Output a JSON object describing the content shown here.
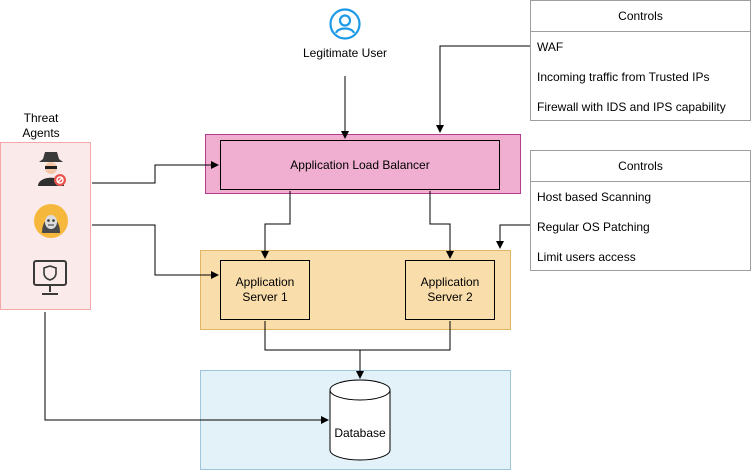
{
  "user": {
    "label": "Legitimate User",
    "icon": "user-icon"
  },
  "threat_agents": {
    "label_line1": "Threat",
    "label_line2": "Agents",
    "icons": [
      "hacker-icon",
      "hooded-attacker-icon",
      "insider-computer-icon"
    ]
  },
  "load_balancer": {
    "label": "Application Load Balancer"
  },
  "servers": [
    {
      "line1": "Application",
      "line2": "Server 1"
    },
    {
      "line1": "Application",
      "line2": "Server 2"
    }
  ],
  "database": {
    "label": "Database"
  },
  "controls_top": {
    "title": "Controls",
    "items": [
      "WAF",
      "Incoming traffic from Trusted IPs",
      "Firewall with IDS and IPS capability"
    ]
  },
  "controls_mid": {
    "title": "Controls",
    "items": [
      "Host based Scanning",
      "Regular OS Patching",
      "Limit users access"
    ]
  },
  "colors": {
    "threat_zone": "#fbeaea",
    "load_balancer_zone": "#f0afd0",
    "server_zone": "#f9deab",
    "database_zone": "#e3f1f8",
    "user_icon": "#1d9ae6"
  }
}
